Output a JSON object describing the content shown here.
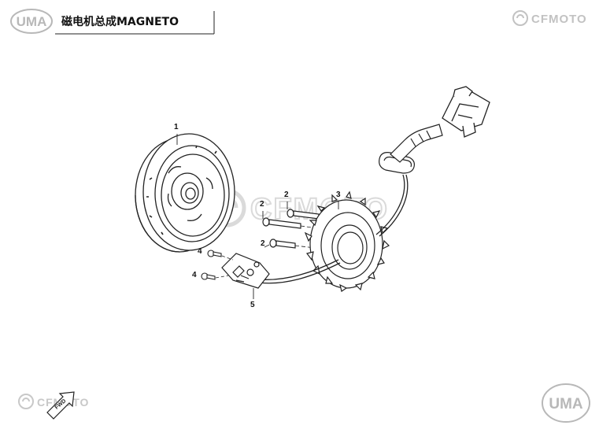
{
  "header": {
    "title": "磁电机总成MAGNETO",
    "brand_logo": "UMA",
    "brand_right": "CFMOTO"
  },
  "watermark": {
    "text": "CFMOTO"
  },
  "footer": {
    "brand_left": "CFMOTO",
    "direction_arrow": "FWD",
    "brand_right": "UMA"
  },
  "callouts": [
    {
      "id": "1",
      "label": "1",
      "part": "flywheel-rotor"
    },
    {
      "id": "2a",
      "label": "2",
      "part": "bolt"
    },
    {
      "id": "2b",
      "label": "2",
      "part": "bolt"
    },
    {
      "id": "2c",
      "label": "2",
      "part": "bolt"
    },
    {
      "id": "3",
      "label": "3",
      "part": "stator"
    },
    {
      "id": "4a",
      "label": "4",
      "part": "screw"
    },
    {
      "id": "4b",
      "label": "4",
      "part": "screw"
    },
    {
      "id": "5",
      "label": "5",
      "part": "clamp-plate"
    }
  ],
  "colors": {
    "line": "#222222",
    "watermark": "#d9d9d9",
    "logo": "#b0b0b0"
  }
}
